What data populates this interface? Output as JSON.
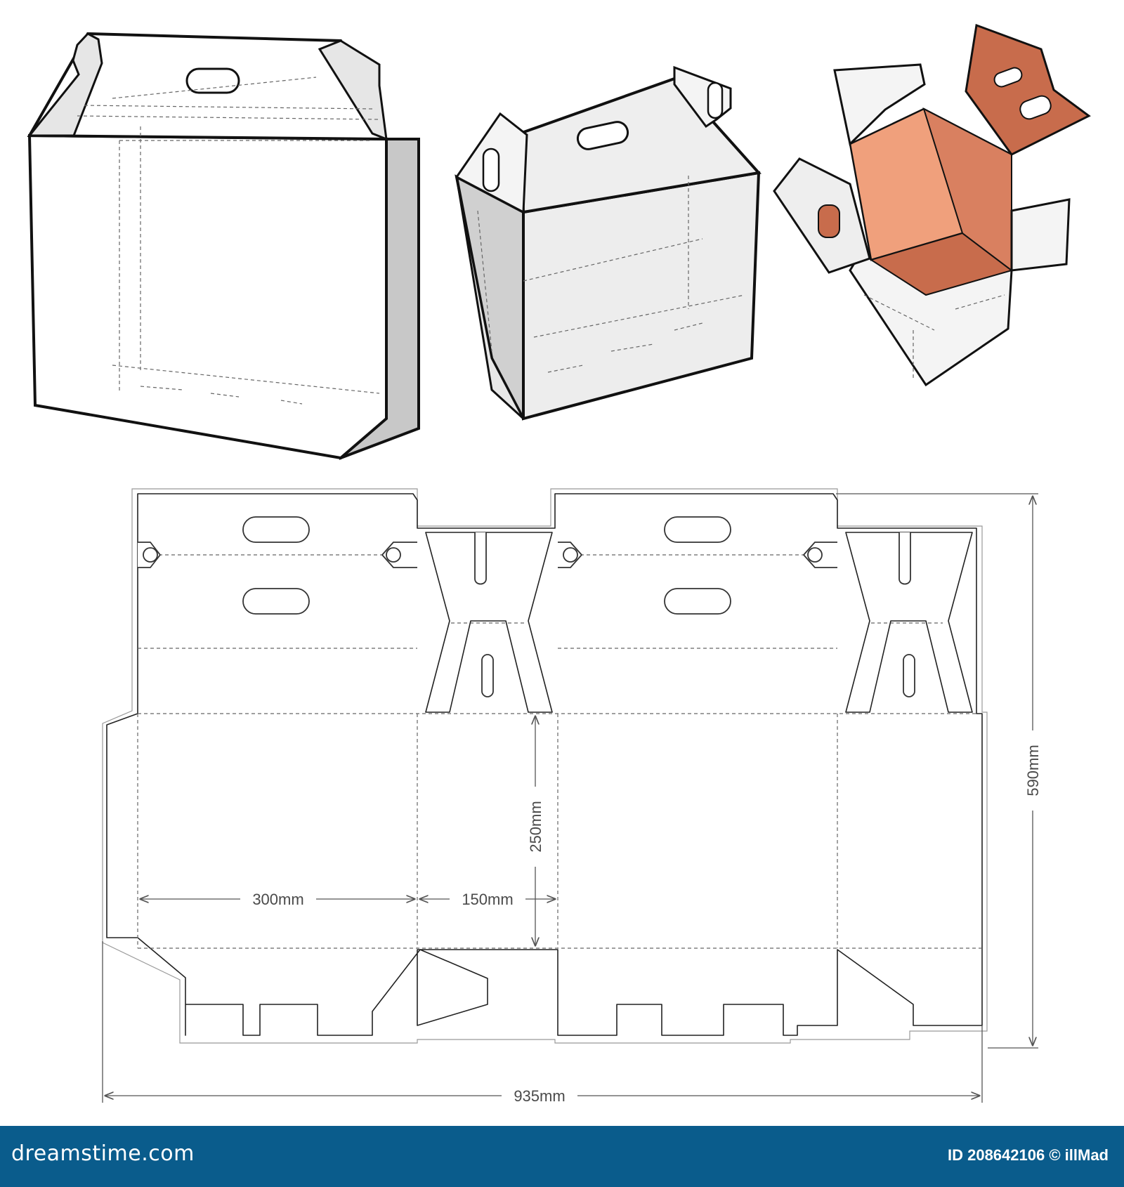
{
  "dimensions": {
    "width_300": "300mm",
    "depth_150": "150mm",
    "height_250": "250mm",
    "total_height": "590mm",
    "total_width": "935mm"
  },
  "footer": {
    "logo": "dreamstime.com",
    "credit": "ID 208642106 © illMad"
  },
  "colors": {
    "footer_bg": "#0a5c8c",
    "box_interior": "#f0a07c",
    "box_interior_dark": "#c86c4c",
    "outline": "#111111",
    "side_shade": "#c8c8c8"
  }
}
